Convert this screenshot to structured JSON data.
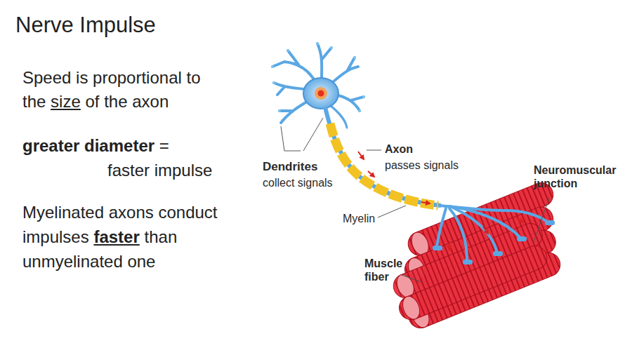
{
  "diagram": {
    "title": "Nerve Impulse",
    "labels": [
      "Speed is proportional to",
      "the",
      "size",
      "of the axon",
      "greater diameter",
      "=",
      "faster impulse",
      "Myelinated axons conduct",
      "impulses",
      "faster",
      "than",
      "unmyelinated one",
      "Dendrites",
      "collect signals",
      "Axon",
      "passes signals",
      "Myelin",
      "Neuromuscular junction",
      "Muscle fiber"
    ]
  }
}
